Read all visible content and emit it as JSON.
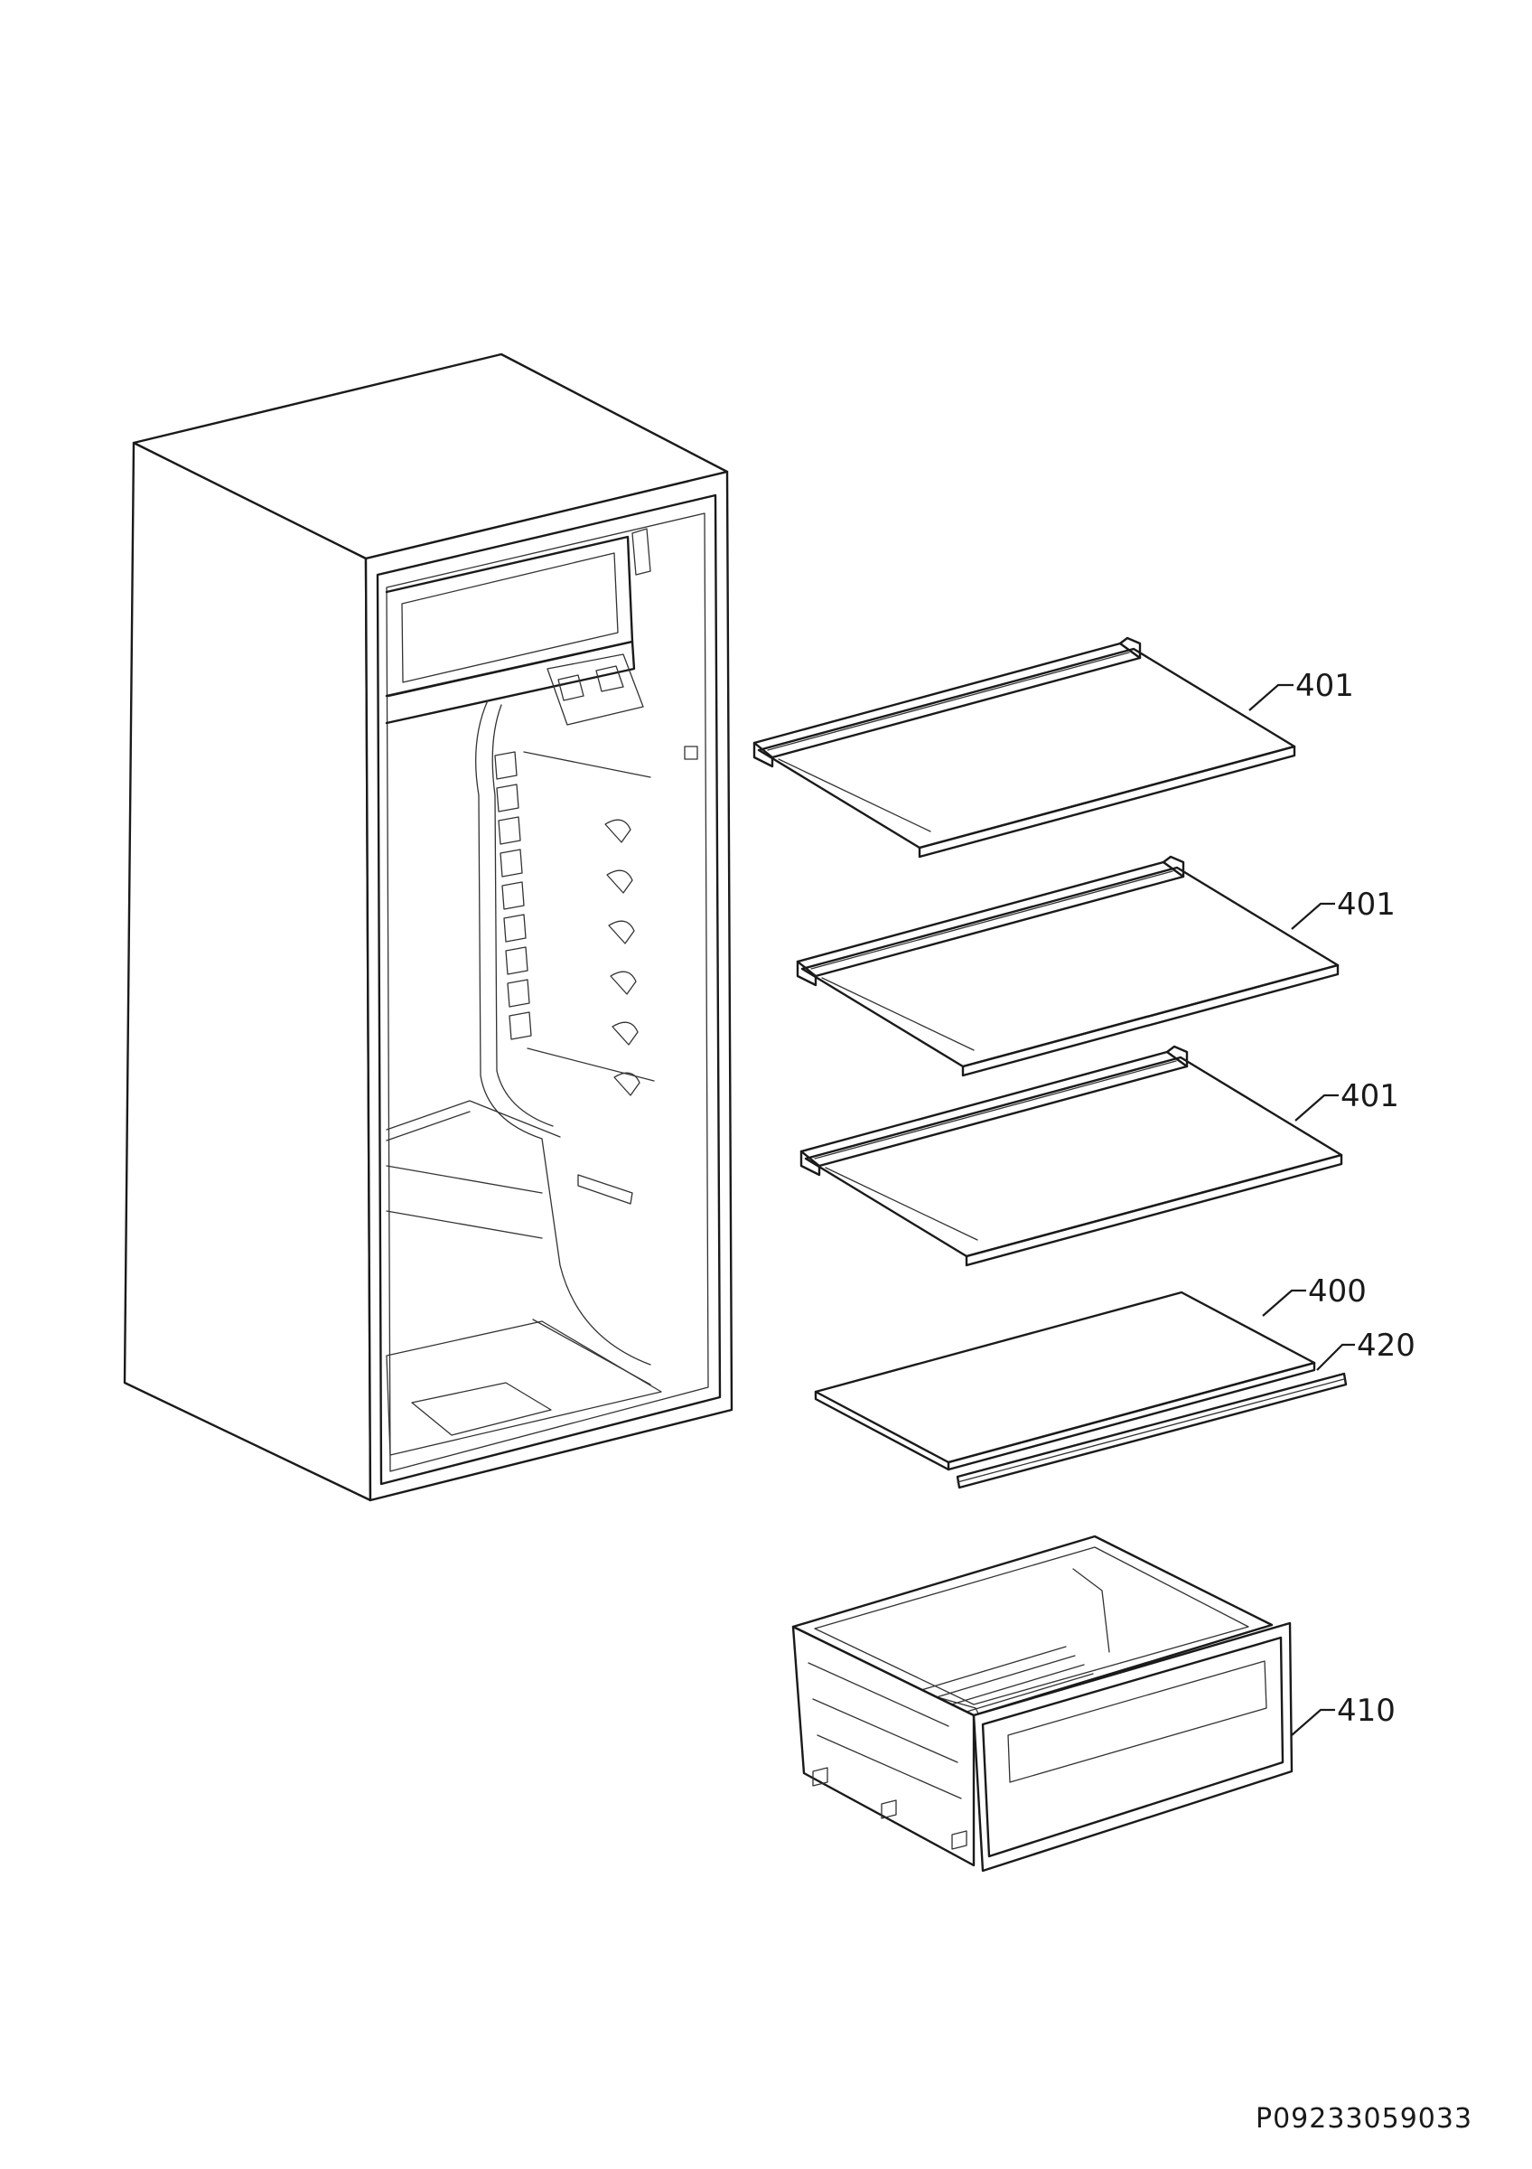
{
  "callouts": {
    "shelf_top": "401",
    "shelf_middle": "401",
    "shelf_lower": "401",
    "glass_cover": "400",
    "trim_strip": "420",
    "crisper_drawer": "410"
  },
  "document_id": "P09233059033"
}
